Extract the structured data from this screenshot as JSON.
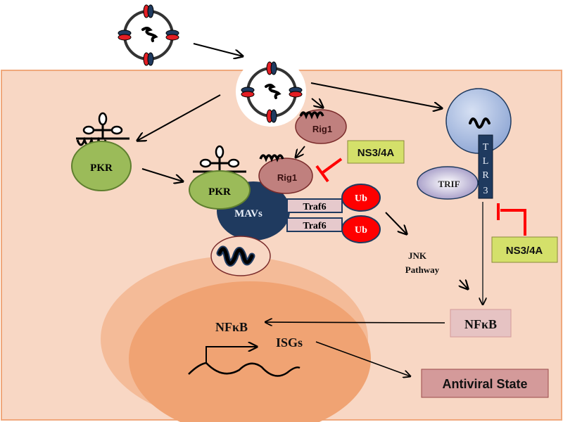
{
  "diagram": {
    "title": "Host innate antiviral signaling and NS3/4A inhibition",
    "nodes": {
      "pkr_1": "PKR",
      "pkr_2": "PKR",
      "rig1_1": "Rig1",
      "rig1_2": "Rig1",
      "mavs": "MAVs",
      "traf6_1": "Traf6",
      "traf6_2": "Traf6",
      "ub_1": "Ub",
      "ub_2": "Ub",
      "ns34a_1": "NS3/4A",
      "ns34a_2": "NS3/4A",
      "tlr3_letters": [
        "T",
        "L",
        "R",
        "3"
      ],
      "trif": "TRIF",
      "jnk_line1": "JNK",
      "jnk_line2": "Pathway",
      "nfkb_cyto": "NFκB",
      "nfkb_nucleus": "NFκB",
      "isgs": "ISGs",
      "antiviral": "Antiviral State"
    },
    "colors": {
      "cell": "#f8d7c4",
      "cell_border": "#f0a87c",
      "nucleus_outer": "#f4bb98",
      "nucleus_inner": "#f0a373",
      "pkr_fill": "#9bbb59",
      "pkr_border": "#5f7f2f",
      "rig1_fill": "#c0807e",
      "rig1_border": "#7a2b2b",
      "mavs_fill": "#1f3a5f",
      "traf6_fill": "#e6c9cc",
      "ub_fill": "#ff0000",
      "ns34a_fill": "#d4e06a",
      "inhibit": "#ff0000",
      "tlr3_fill": "#b3c6e7",
      "nfkb_box": "#e6c3c3",
      "antiviral_box": "#d49a9a"
    },
    "edges": [
      {
        "from": "virus_outside",
        "to": "virus_endosome",
        "type": "activation"
      },
      {
        "from": "virus_endosome",
        "to": "pkr_1",
        "type": "activation"
      },
      {
        "from": "virus_endosome",
        "to": "rig1_1",
        "type": "activation"
      },
      {
        "from": "virus_endosome",
        "to": "tlr3",
        "type": "activation"
      },
      {
        "from": "pkr_1",
        "to": "pkr_2",
        "type": "activation"
      },
      {
        "from": "rig1_1",
        "to": "rig1_2",
        "type": "activation"
      },
      {
        "from": "ns34a_1",
        "to": "rig1_2",
        "type": "inhibition"
      },
      {
        "from": "ns34a_2",
        "to": "tlr3",
        "type": "inhibition"
      },
      {
        "from": "ub",
        "to": "jnk",
        "type": "activation"
      },
      {
        "from": "jnk",
        "to": "nfkb_cyto",
        "type": "activation"
      },
      {
        "from": "tlr3",
        "to": "nfkb_cyto",
        "type": "activation"
      },
      {
        "from": "nfkb_cyto",
        "to": "nfkb_nucleus",
        "type": "translocation"
      },
      {
        "from": "isgs",
        "to": "antiviral",
        "type": "activation"
      }
    ]
  }
}
